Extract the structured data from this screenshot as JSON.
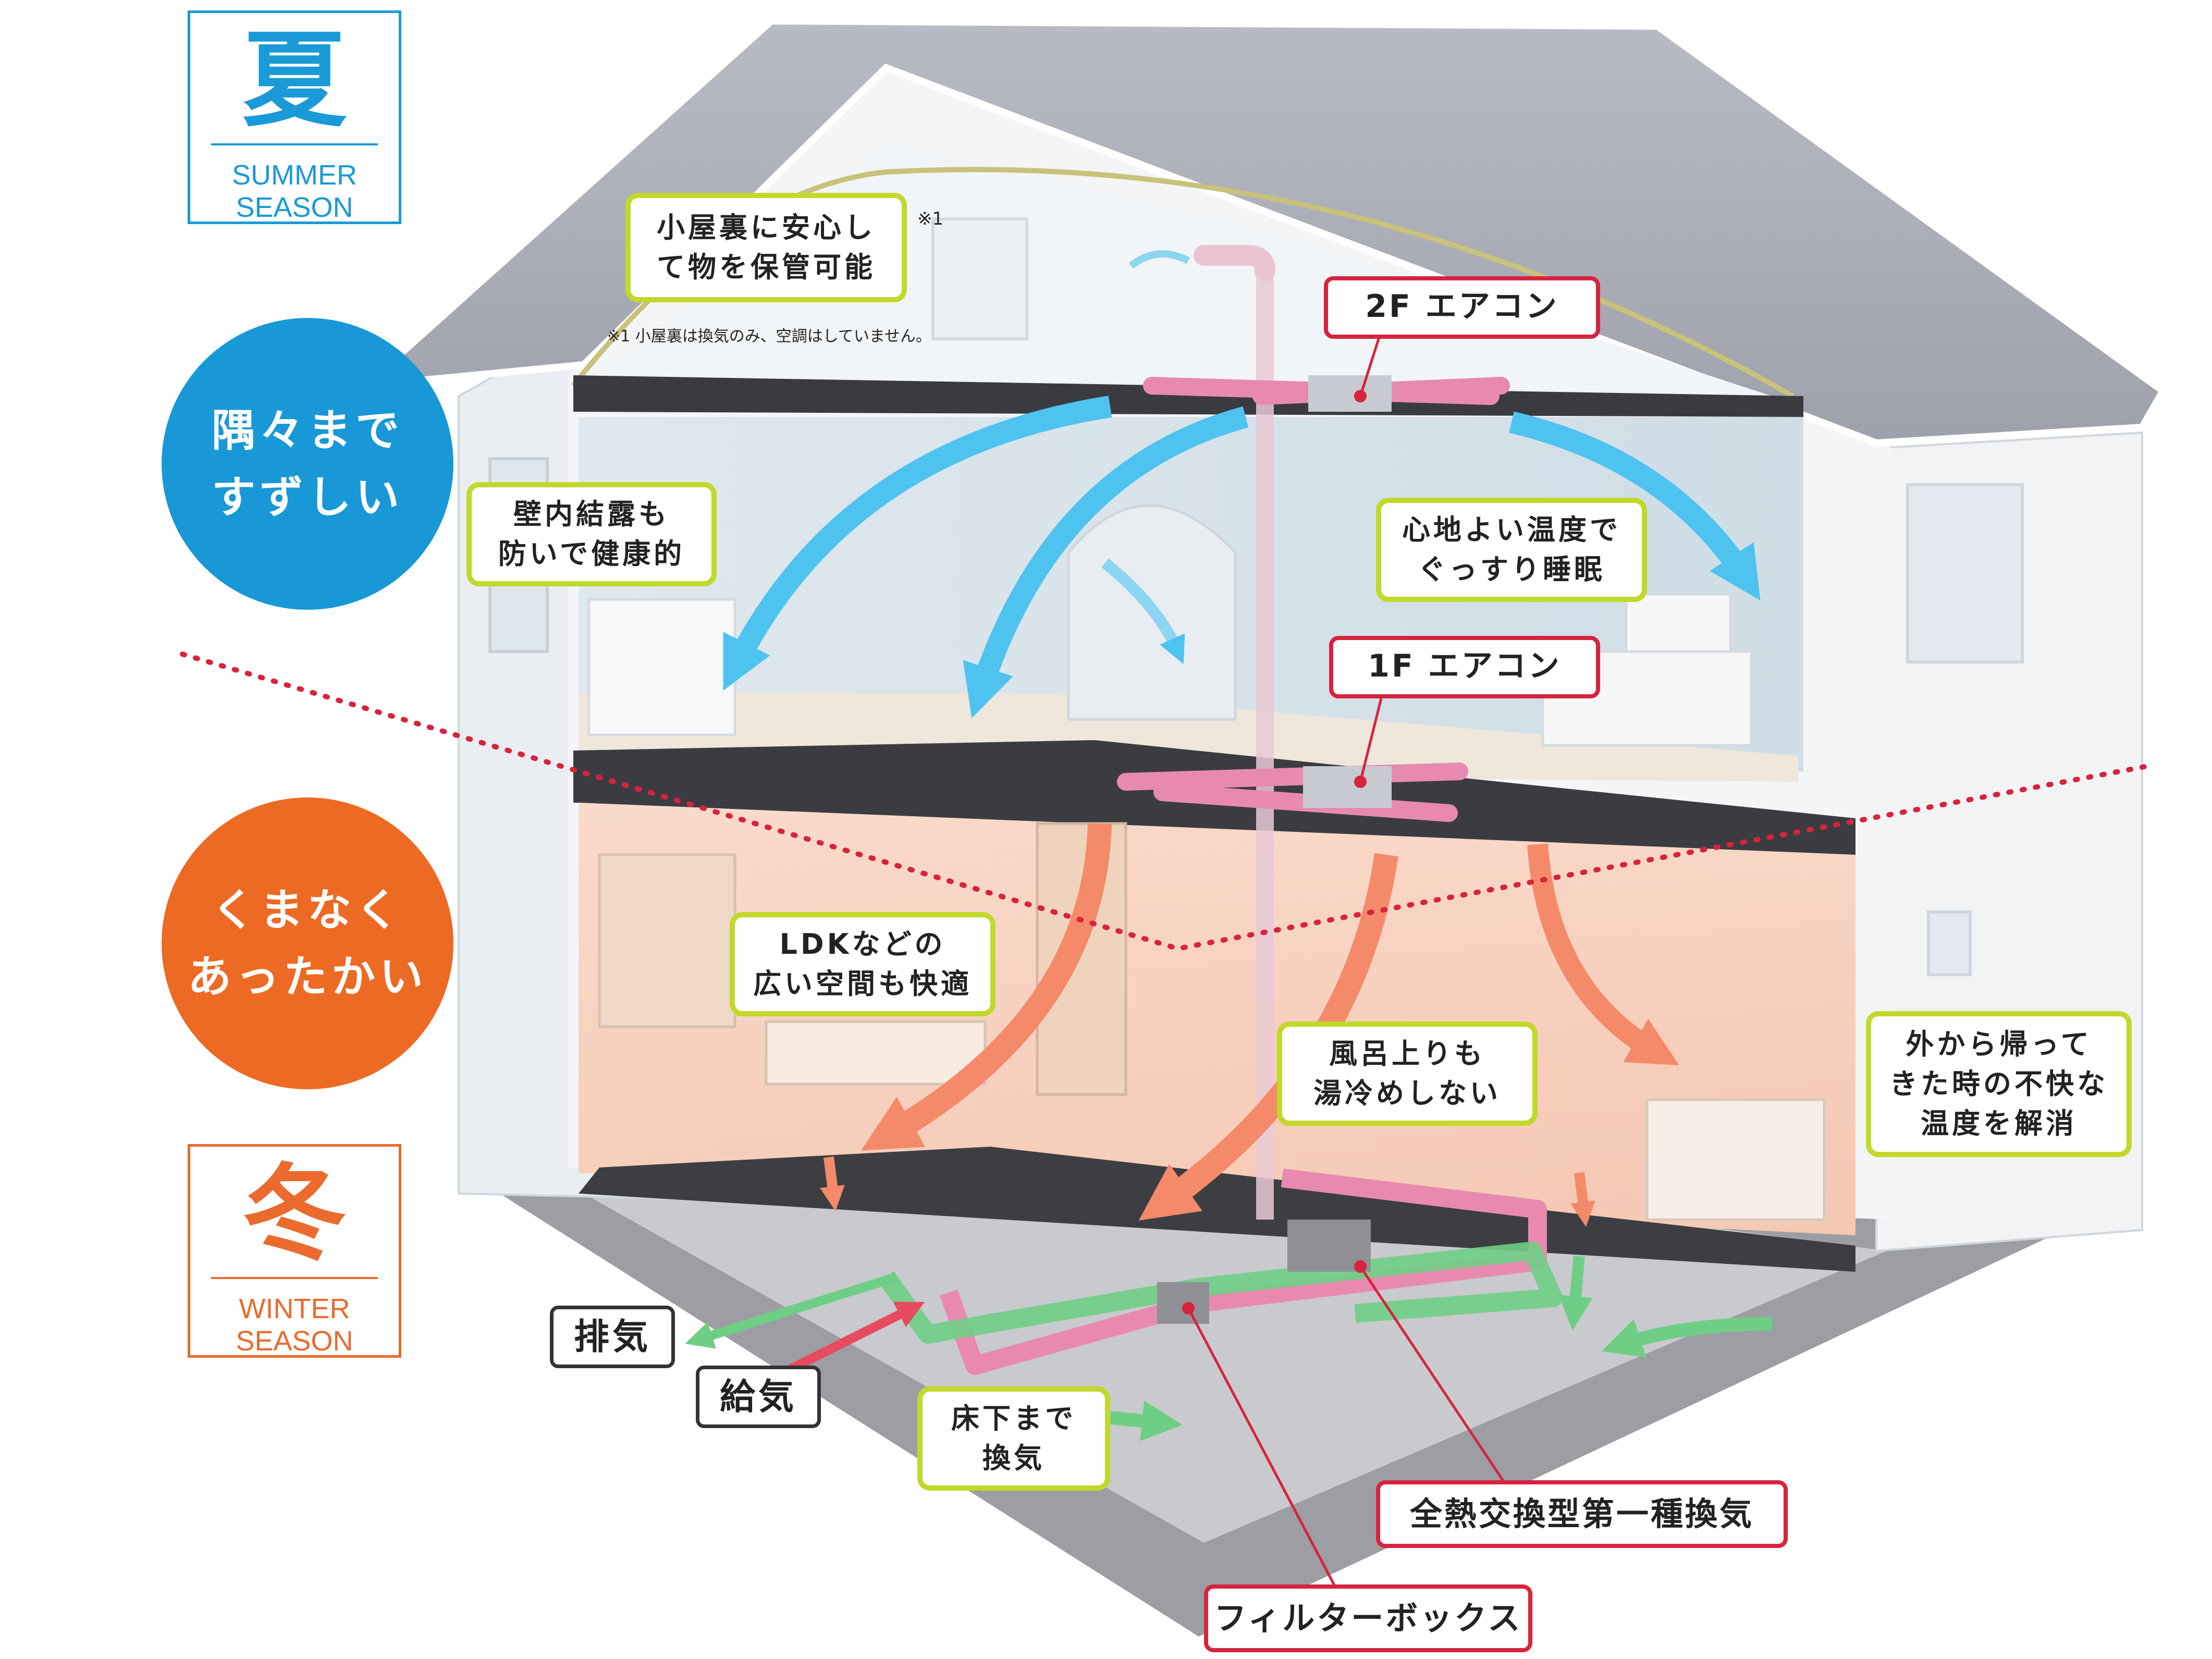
{
  "seasons": {
    "summer": {
      "kanji": "夏",
      "en_line1": "SUMMER",
      "en_line2": "SEASON"
    },
    "winter": {
      "kanji": "冬",
      "en_line1": "WINTER",
      "en_line2": "SEASON"
    }
  },
  "circles": {
    "summer": {
      "line1": "隅々まで",
      "line2": "すずしい"
    },
    "winter": {
      "line1": "くまなく",
      "line2": "あったかい"
    }
  },
  "callouts": {
    "attic": {
      "line1": "小屋裏に安心し",
      "line2": "て物を保管可能"
    },
    "attic_note_mark": "※1",
    "attic_note": "※1 小屋裏は換気のみ、空調はしていません。",
    "wall": {
      "line1": "壁内結露も",
      "line2": "防いで健康的"
    },
    "sleep": {
      "line1": "心地よい温度で",
      "line2": "ぐっすり睡眠"
    },
    "ldk": {
      "line1": "LDKなどの",
      "line2": "広い空間も快適"
    },
    "bath": {
      "line1": "風呂上りも",
      "line2": "湯冷めしない"
    },
    "outside": {
      "line1": "外から帰って",
      "line2": "きた時の不快な",
      "line3": "温度を解消"
    },
    "underfloor": {
      "line1": "床下まで",
      "line2": "換気"
    }
  },
  "labels": {
    "ac_2f": "2F エアコン",
    "ac_1f": "1F エアコン",
    "ventilation": "全熱交換型第一種換気",
    "filter_box": "フィルターボックス",
    "exhaust": "排気",
    "supply": "給気"
  },
  "colors": {
    "summer": "#1898d7",
    "winter": "#ed6a24",
    "callout_border": "#c2d82b",
    "label_red": "#d7233e",
    "cool_arrow": "#4fc3ef",
    "warm_arrow": "#f48a6a",
    "duct_pink": "#e88ab0",
    "duct_green": "#6fce86"
  },
  "icons": [
    "cool-airflow-arrow",
    "warm-airflow-arrow",
    "ventilation-duct",
    "house-cutaway"
  ]
}
